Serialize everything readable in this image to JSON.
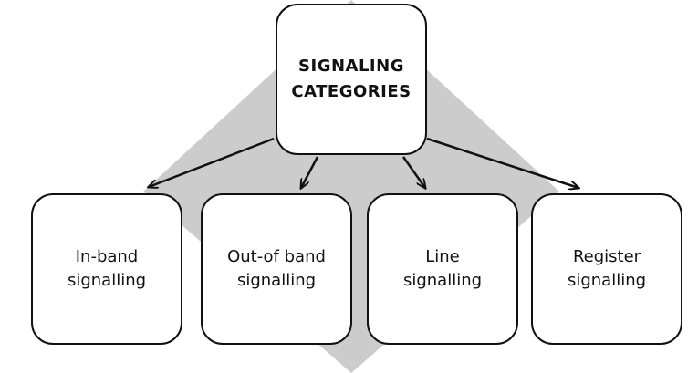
{
  "diagram": {
    "root": {
      "line1": "SIGNALING",
      "line2": "CATEGORIES"
    },
    "children": [
      {
        "line1": "In-band",
        "line2": "signalling"
      },
      {
        "line1": "Out-of band",
        "line2": "signalling"
      },
      {
        "line1": "Line",
        "line2": "signalling"
      },
      {
        "line1": "Register",
        "line2": "signalling"
      }
    ]
  },
  "colors": {
    "background_diamond": "#cccccc",
    "stroke": "#111111",
    "box_fill": "#ffffff"
  }
}
